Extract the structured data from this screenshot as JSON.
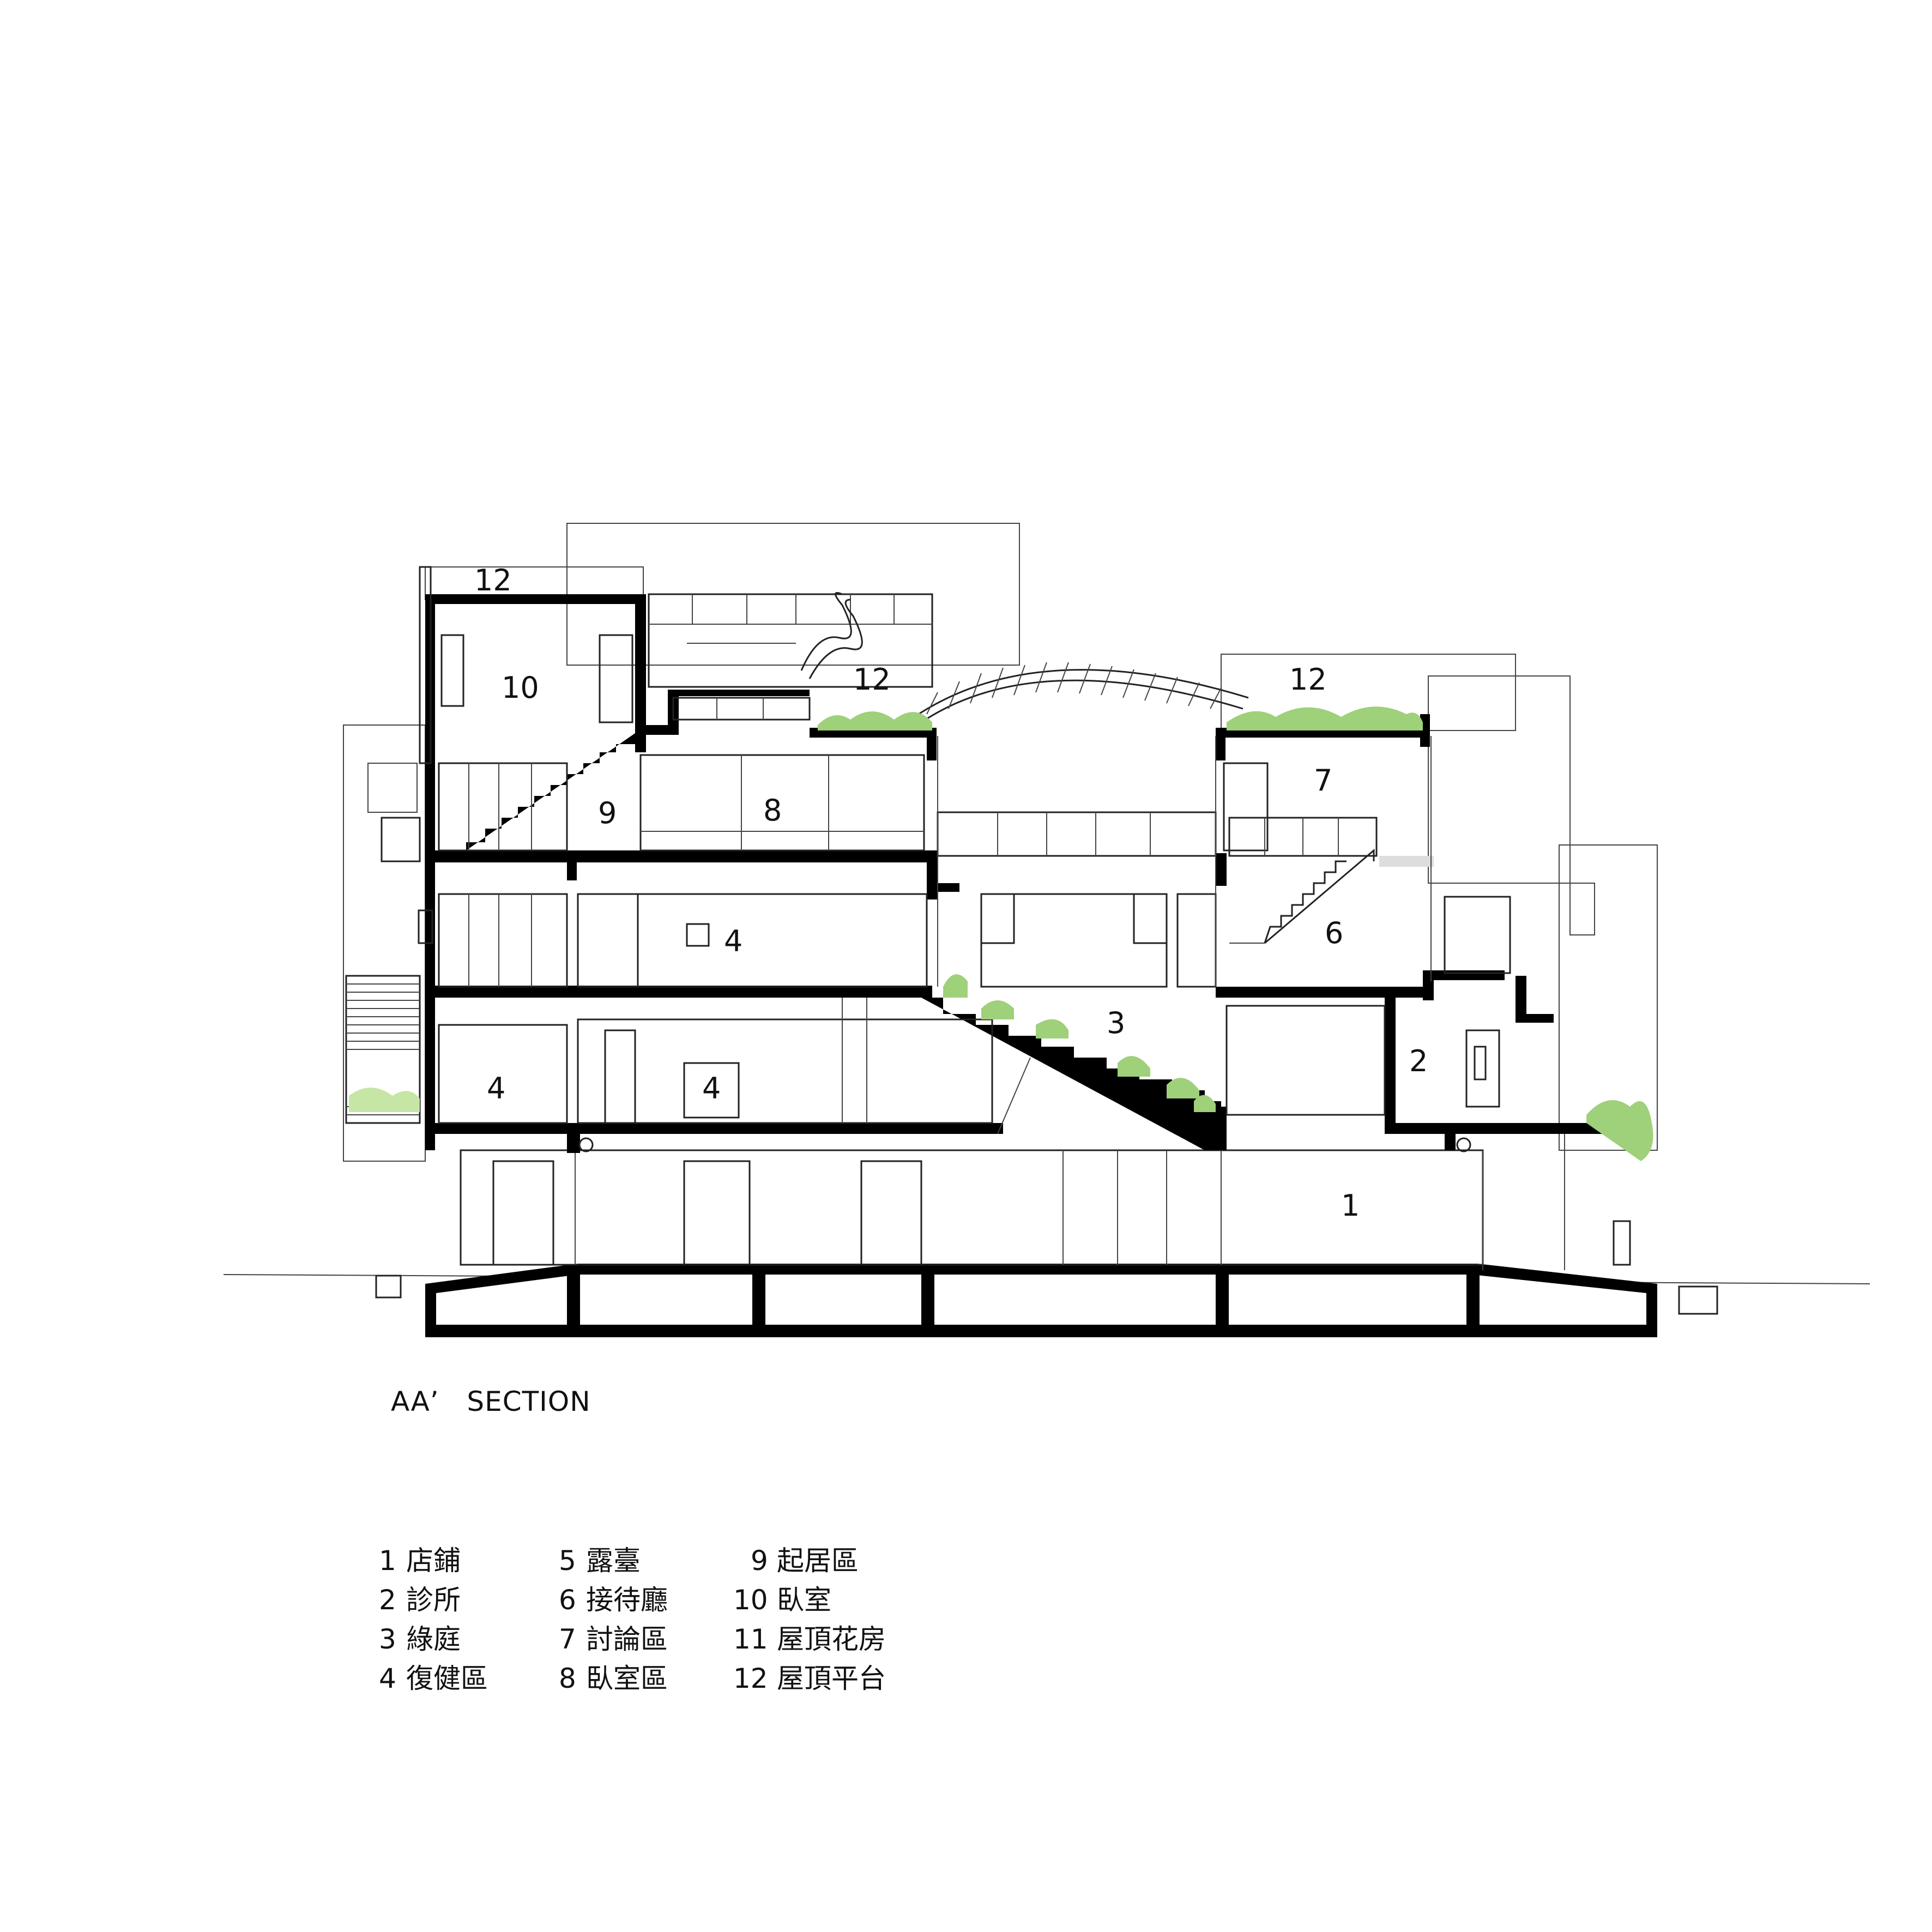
{
  "section_title": "AA’   SECTION",
  "room_labels": {
    "r1": "1",
    "r2": "2",
    "r3": "3",
    "r4a": "4",
    "r4b": "4",
    "r4c": "4",
    "r6": "6",
    "r7": "7",
    "r8": "8",
    "r9": "9",
    "r10": "10",
    "r12a": "12",
    "r12b": "12",
    "r12c": "12"
  },
  "legend": [
    {
      "num": "1",
      "name": "店鋪"
    },
    {
      "num": "2",
      "name": "診所"
    },
    {
      "num": "3",
      "name": "綠庭"
    },
    {
      "num": "4",
      "name": "復健區"
    },
    {
      "num": "5",
      "name": "露臺"
    },
    {
      "num": "6",
      "name": "接待廳"
    },
    {
      "num": "7",
      "name": "討論區"
    },
    {
      "num": "8",
      "name": "臥室區"
    },
    {
      "num": "9",
      "name": "起居區"
    },
    {
      "num": "10",
      "name": "臥室"
    },
    {
      "num": "11",
      "name": "屋頂花房"
    },
    {
      "num": "12",
      "name": "屋頂平台"
    }
  ],
  "colors": {
    "structure": "#000000",
    "line": "#222222",
    "greenery": "#9fd07a",
    "background": "#ffffff"
  }
}
